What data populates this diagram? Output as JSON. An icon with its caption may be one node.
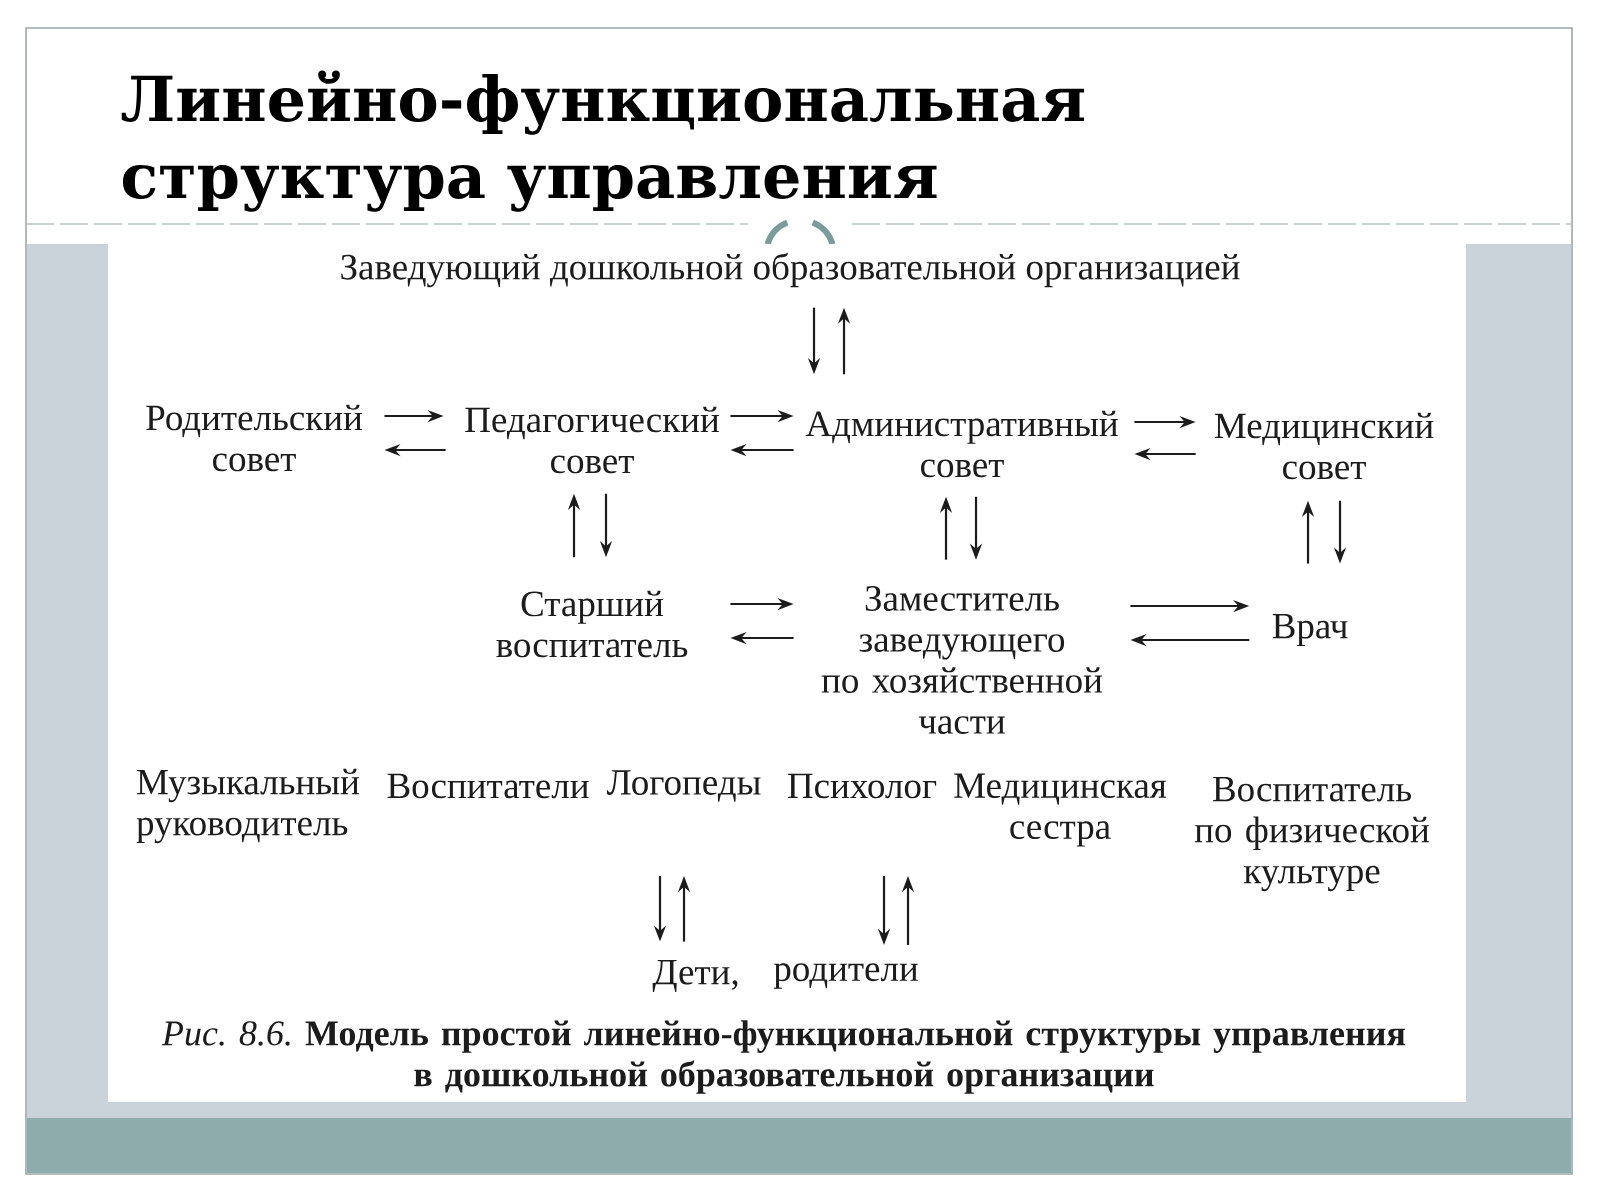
{
  "diagram": {
    "title": "Линейно-функциональная структура управления",
    "caption": "*Рис. 8.6.* **Модель простой линейно-функциональной структуры управления в дошкольной образовательной организации**",
    "nodes": [
      {
        "text": [
          "Заведующий дошкольной образовательной организацией"
        ]
      },
      {
        "text": [
          "Родительский совет"
        ]
      },
      {
        "text": [
          "Педагогический совет"
        ]
      },
      {
        "text": [
          "Административный совет"
        ]
      },
      {
        "text": [
          "Медицинский совет"
        ]
      },
      {
        "text": [
          "Старший воспитатель"
        ]
      },
      {
        "text": [
          "Заместитель заведующего по хозяйственной части"
        ]
      },
      {
        "text": [
          "Врач"
        ]
      },
      {
        "text": [
          "Музыкальный руководитель"
        ]
      },
      {
        "text": [
          "Воспитатели"
        ]
      },
      {
        "text": [
          "Логопеды"
        ]
      },
      {
        "text": [
          "Психолог"
        ]
      },
      {
        "text": [
          "Медицинская сестра"
        ]
      },
      {
        "text": [
          "Воспитатель по физической культуре"
        ]
      },
      {
        "text": [
          "Дети,"
        ]
      },
      {
        "text": [
          "родители"
        ]
      }
    ],
    "edges": [
      {
        "from": 0,
        "to": 3,
        "arrow": "to"
      },
      {
        "from": 3,
        "to": 0,
        "arrow": "to"
      },
      {
        "from": 1,
        "to": 2,
        "arrow": "to"
      },
      {
        "from": 2,
        "to": 1,
        "arrow": "to"
      },
      {
        "from": 2,
        "to": 3,
        "arrow": "to"
      },
      {
        "from": 3,
        "to": 2,
        "arrow": "to"
      },
      {
        "from": 3,
        "to": 4,
        "arrow": "to"
      },
      {
        "from": 4,
        "to": 3,
        "arrow": "to"
      },
      {
        "from": 5,
        "to": 2,
        "arrow": "to"
      },
      {
        "from": 2,
        "to": 5,
        "arrow": "to"
      },
      {
        "from": 6,
        "to": 3,
        "arrow": "to"
      },
      {
        "from": 3,
        "to": 6,
        "arrow": "to"
      },
      {
        "from": 7,
        "to": 4,
        "arrow": "to"
      },
      {
        "from": 4,
        "to": 7,
        "arrow": "to"
      },
      {
        "from": 5,
        "to": 6,
        "arrow": "to"
      },
      {
        "from": 6,
        "to": 5,
        "arrow": "to"
      },
      {
        "from": 6,
        "to": 7,
        "arrow": "to"
      },
      {
        "from": 7,
        "to": 6,
        "arrow": "to"
      },
      {
        "from": null,
        "to": 14,
        "arrow": "to"
      },
      {
        "from": 14,
        "to": null,
        "arrow": "to"
      },
      {
        "from": null,
        "to": 15,
        "arrow": "to"
      },
      {
        "from": 15,
        "to": null,
        "arrow": "to"
      }
    ]
  }
}
